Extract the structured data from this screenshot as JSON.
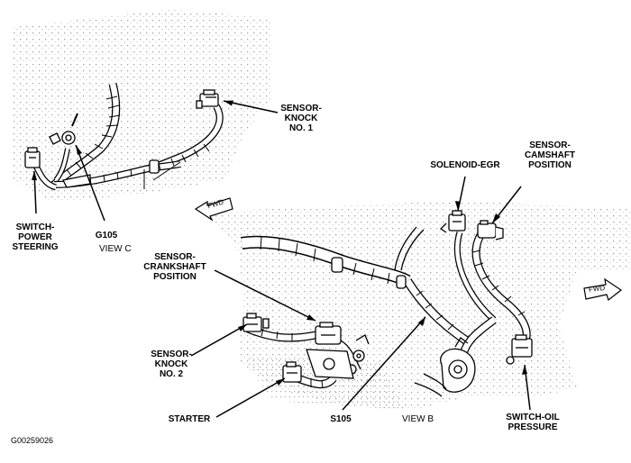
{
  "labels": {
    "sensor_knock_1": [
      "SENSOR-",
      "KNOCK",
      "NO. 1"
    ],
    "solenoid_egr": [
      "SOLENOID-EGR"
    ],
    "sensor_camshaft": [
      "SENSOR-",
      "CAMSHAFT",
      "POSITION"
    ],
    "switch_power_steering": [
      "SWITCH-",
      "POWER",
      "STEERING"
    ],
    "g105": [
      "G105"
    ],
    "sensor_crankshaft": [
      "SENSOR-",
      "CRANKSHAFT",
      "POSITION"
    ],
    "sensor_knock_2": [
      "SENSOR-",
      "KNOCK",
      "NO. 2"
    ],
    "starter": [
      "STARTER"
    ],
    "s105": [
      "S105"
    ],
    "switch_oil_pressure": [
      "SWITCH-OIL",
      "PRESSURE"
    ]
  },
  "views": {
    "view_c": "VIEW C",
    "view_b": "VIEW B"
  },
  "arrows": {
    "fwd_left": "FWD",
    "fwd_right": "FWD"
  },
  "figure_code": "G00259026"
}
